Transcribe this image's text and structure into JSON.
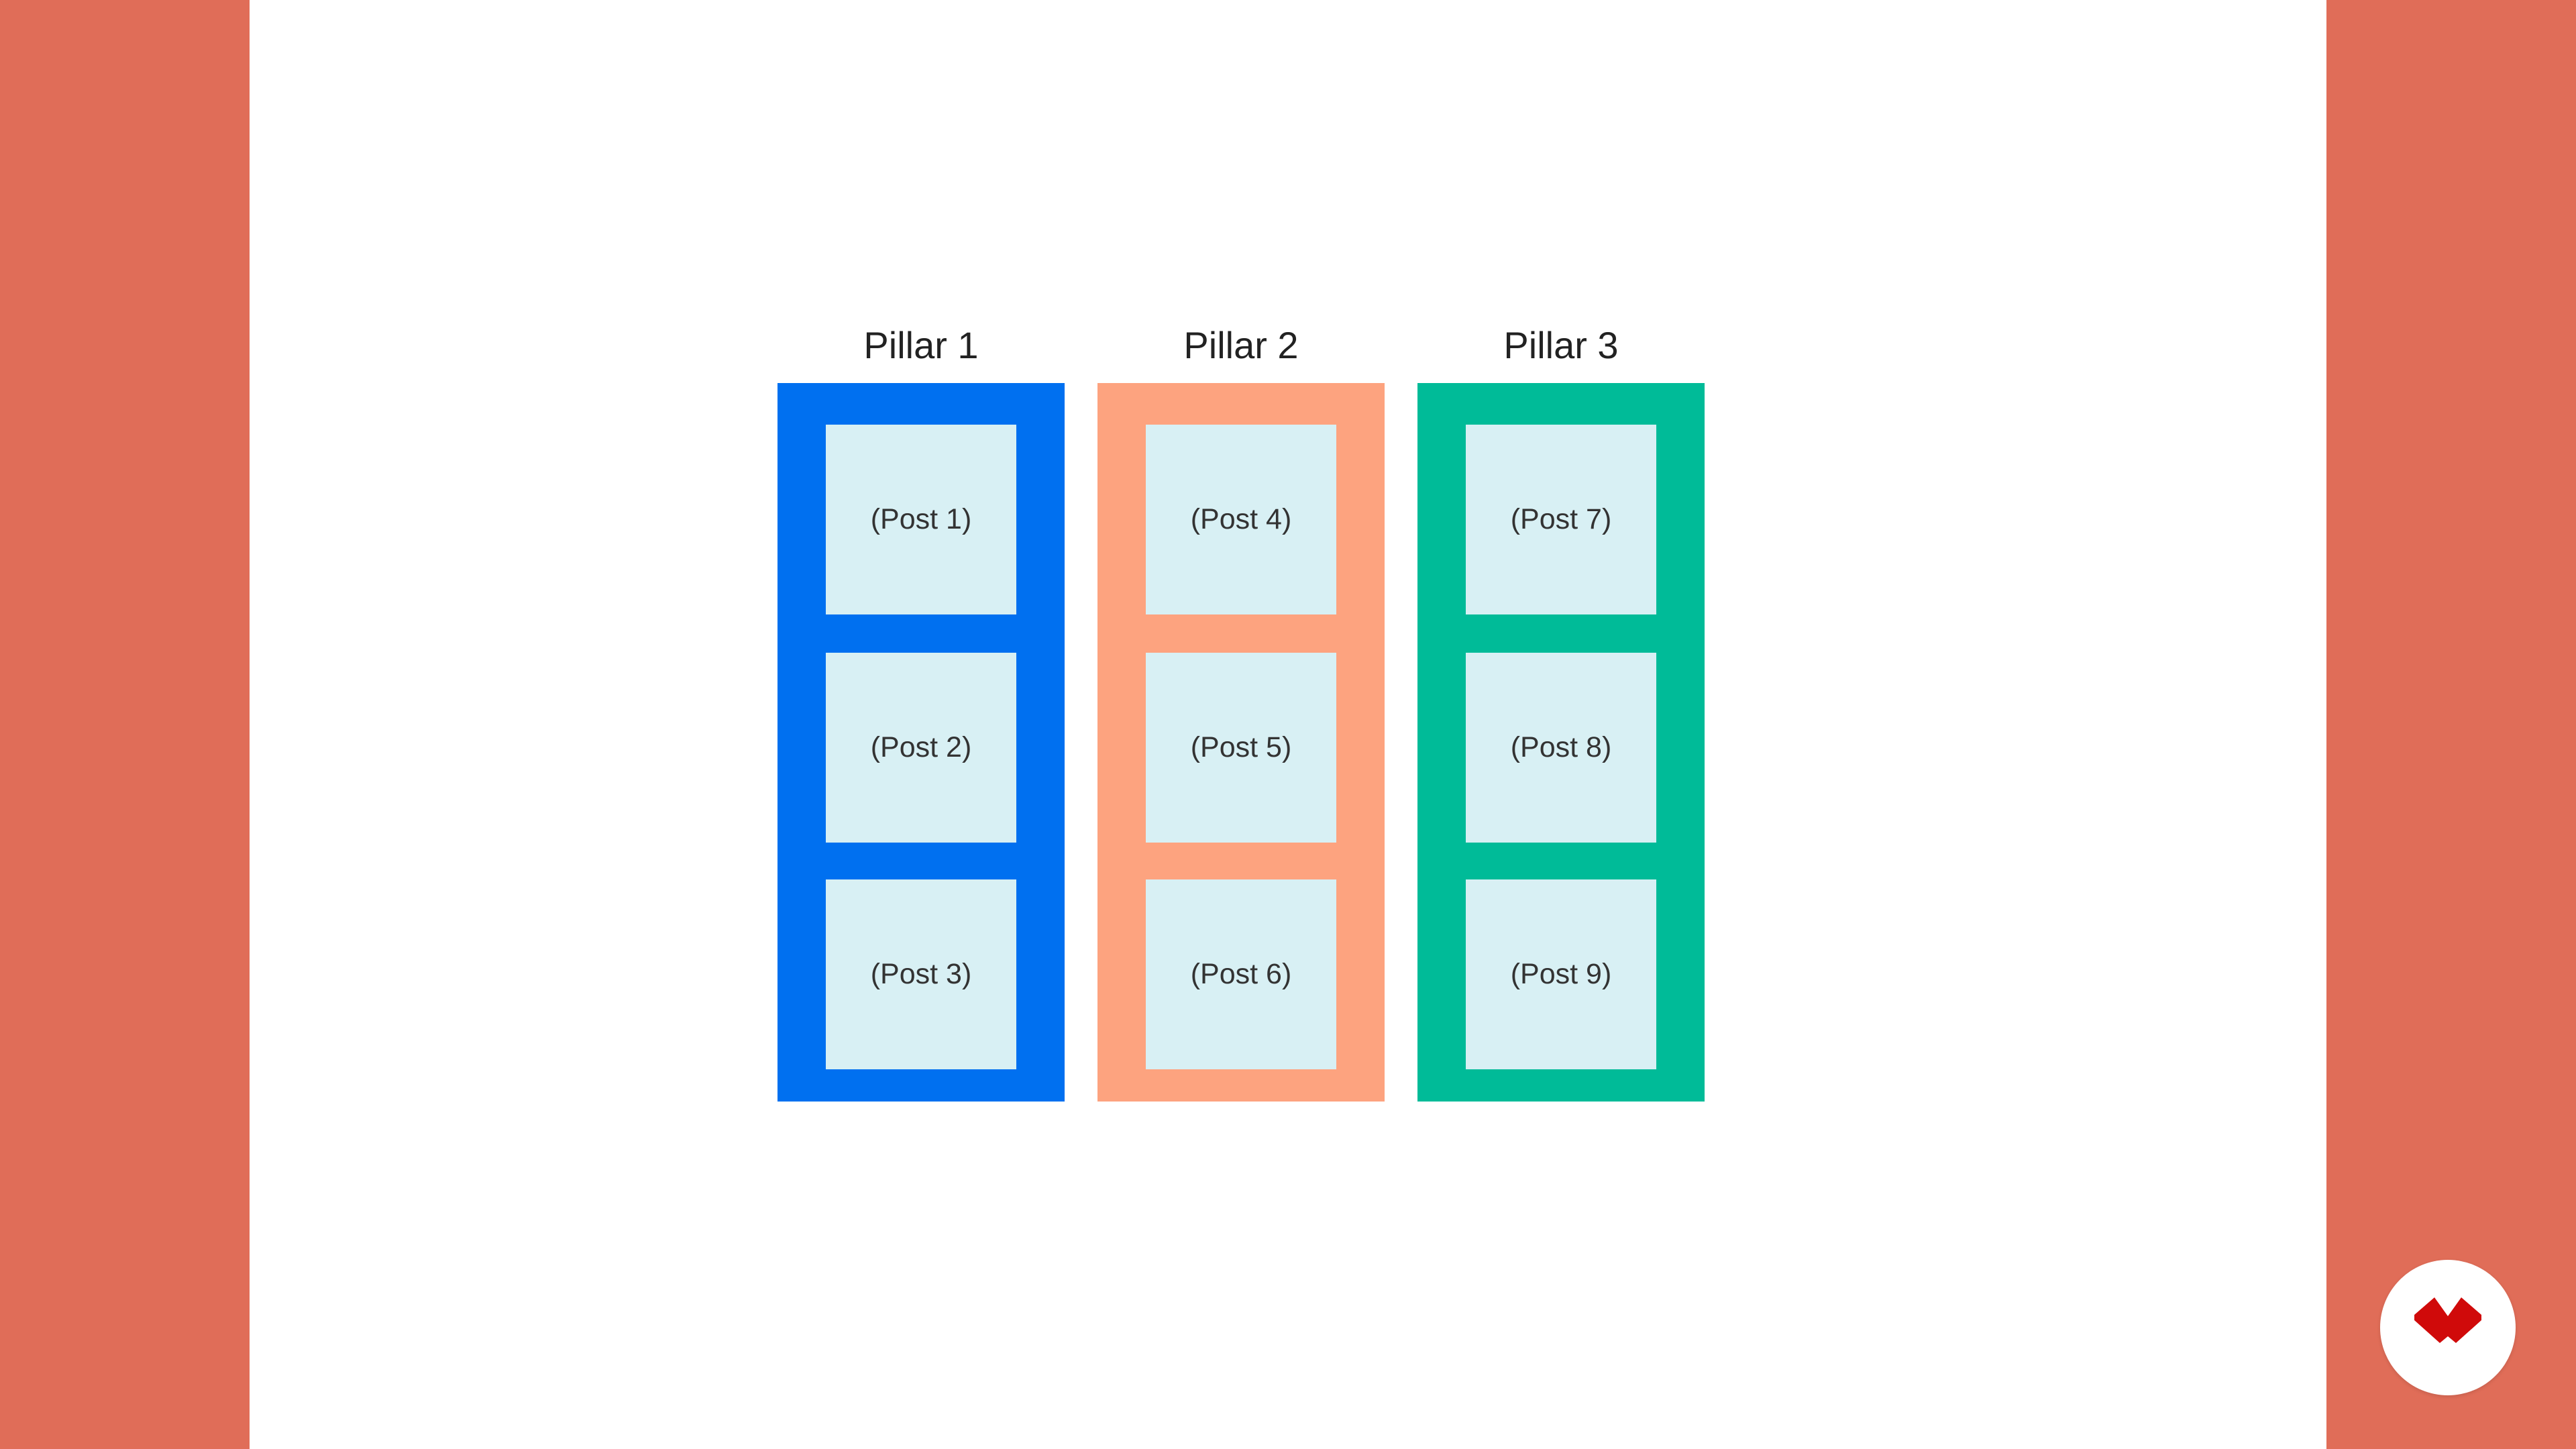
{
  "diagram": {
    "pillars": [
      {
        "title": "Pillar 1",
        "color": "#0070F0",
        "posts": [
          "(Post 1)",
          "(Post 2)",
          "(Post 3)"
        ]
      },
      {
        "title": "Pillar 2",
        "color": "#FDA37F",
        "posts": [
          "(Post 4)",
          "(Post 5)",
          "(Post 6)"
        ]
      },
      {
        "title": "Pillar 3",
        "color": "#00BB98",
        "posts": [
          "(Post 7)",
          "(Post 8)",
          "(Post 9)"
        ]
      }
    ],
    "post_box_color": "#D8F0F4"
  },
  "frame": {
    "side_color": "#E06D58",
    "slide_color": "#FFFFFF"
  },
  "logo": {
    "icon": "brand-logo-icon",
    "color": "#D00A0A"
  }
}
